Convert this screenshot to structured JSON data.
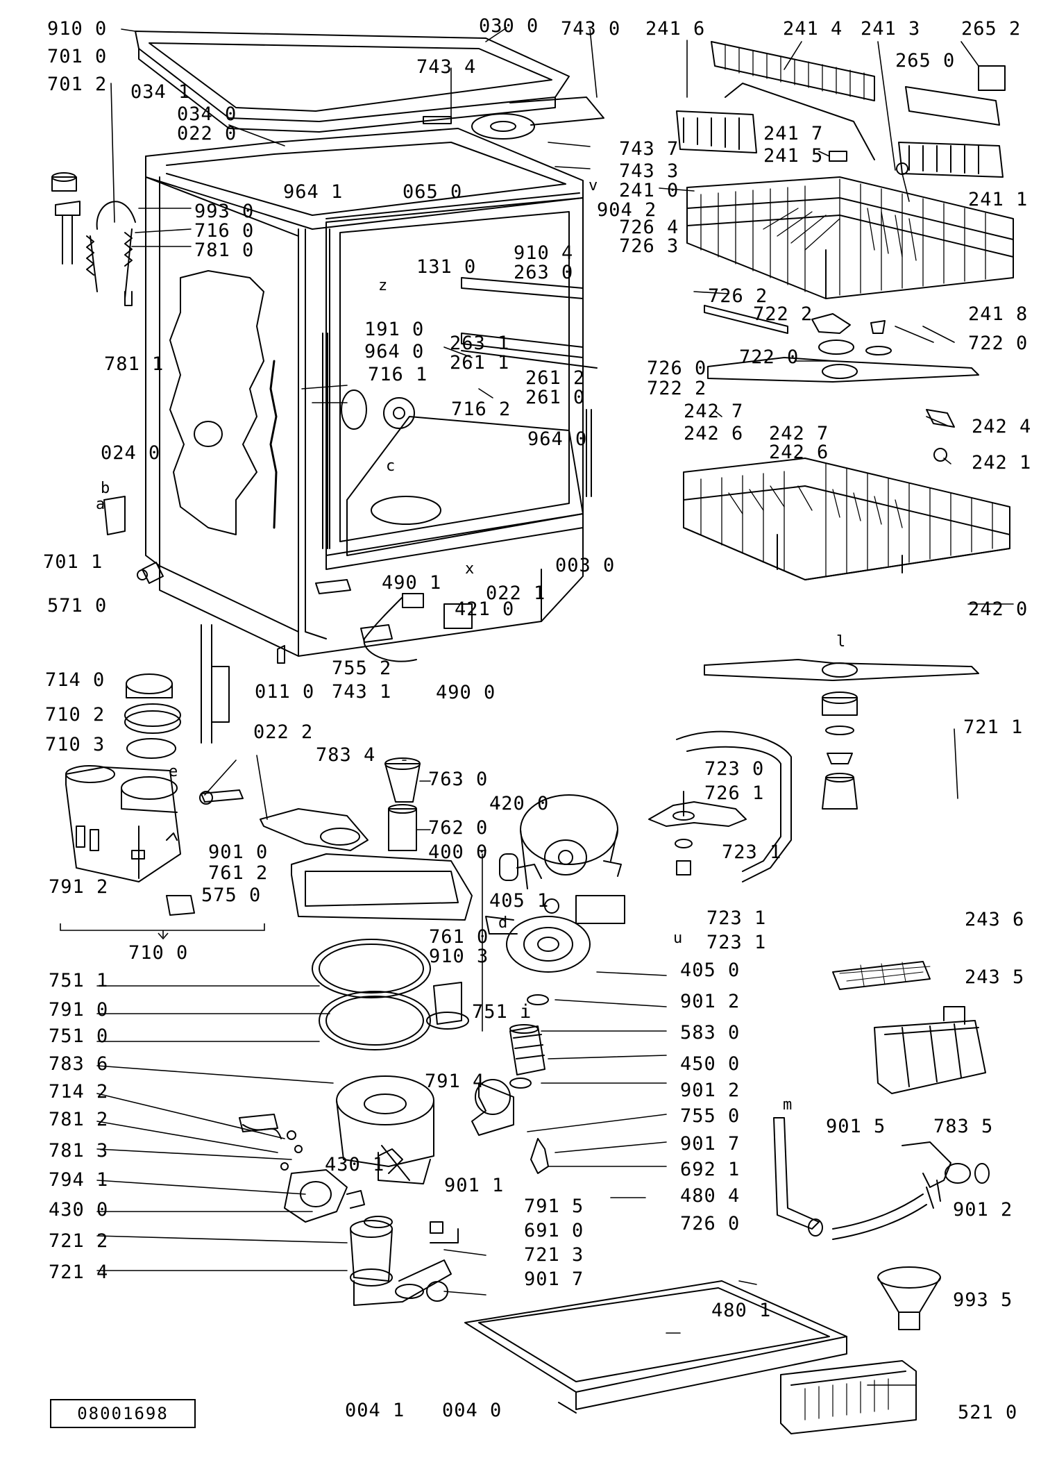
{
  "document_number": "08001698",
  "parts": [
    {
      "id": "p-9100",
      "text": "910 0"
    },
    {
      "id": "p-0300",
      "text": "030 0"
    },
    {
      "id": "p-7430",
      "text": "743 0"
    },
    {
      "id": "p-2416",
      "text": "241 6"
    },
    {
      "id": "p-2414",
      "text": "241 4"
    },
    {
      "id": "p-2413",
      "text": "241 3"
    },
    {
      "id": "p-2652",
      "text": "265 2"
    },
    {
      "id": "p-2650",
      "text": "265 0"
    },
    {
      "id": "p-7010",
      "text": "701 0"
    },
    {
      "id": "p-7012",
      "text": "701 2"
    },
    {
      "id": "p-7434",
      "text": "743 4"
    },
    {
      "id": "p-0341",
      "text": "034 1"
    },
    {
      "id": "p-0340",
      "text": "034 0"
    },
    {
      "id": "p-0220",
      "text": "022 0"
    },
    {
      "id": "p-7437",
      "text": "743 7"
    },
    {
      "id": "p-7433",
      "text": "743 3"
    },
    {
      "id": "p-2417",
      "text": "241 7"
    },
    {
      "id": "p-2415",
      "text": "241 5"
    },
    {
      "id": "p-2410",
      "text": "241 0"
    },
    {
      "id": "p-2411",
      "text": "241 1"
    },
    {
      "id": "p-9930",
      "text": "993 0"
    },
    {
      "id": "p-7160",
      "text": "716 0"
    },
    {
      "id": "p-7810",
      "text": "781 0"
    },
    {
      "id": "p-9641",
      "text": "964 1"
    },
    {
      "id": "p-0650",
      "text": "065 0"
    },
    {
      "id": "p-9042",
      "text": "904 2"
    },
    {
      "id": "p-7264",
      "text": "726 4"
    },
    {
      "id": "p-7263",
      "text": "726 3"
    },
    {
      "id": "p-9104",
      "text": "910 4"
    },
    {
      "id": "p-2630",
      "text": "263 0"
    },
    {
      "id": "p-1310",
      "text": "131 0"
    },
    {
      "id": "p-7262",
      "text": "726 2"
    },
    {
      "id": "p-7222a",
      "text": "722 2"
    },
    {
      "id": "p-2418",
      "text": "241 8"
    },
    {
      "id": "p-7220a",
      "text": "722 0"
    },
    {
      "id": "p-7220b",
      "text": "722 0"
    },
    {
      "id": "p-7811",
      "text": "781 1"
    },
    {
      "id": "p-1910",
      "text": "191 0"
    },
    {
      "id": "p-9640a",
      "text": "964 0"
    },
    {
      "id": "p-2631",
      "text": "263 1"
    },
    {
      "id": "p-2611",
      "text": "261 1"
    },
    {
      "id": "p-2612",
      "text": "261 2"
    },
    {
      "id": "p-2610",
      "text": "261 0"
    },
    {
      "id": "p-7260a",
      "text": "726 0"
    },
    {
      "id": "p-7222b",
      "text": "722 2"
    },
    {
      "id": "p-7161",
      "text": "716 1"
    },
    {
      "id": "p-7162",
      "text": "716 2"
    },
    {
      "id": "p-9640b",
      "text": "964 0"
    },
    {
      "id": "p-2427a",
      "text": "242 7"
    },
    {
      "id": "p-2426a",
      "text": "242 6"
    },
    {
      "id": "p-2427b",
      "text": "242 7"
    },
    {
      "id": "p-2426b",
      "text": "242 6"
    },
    {
      "id": "p-2424",
      "text": "242 4"
    },
    {
      "id": "p-2421",
      "text": "242 1"
    },
    {
      "id": "p-0240",
      "text": "024 0"
    },
    {
      "id": "p-7011",
      "text": "701 1"
    },
    {
      "id": "p-5710",
      "text": "571 0"
    },
    {
      "id": "p-0030",
      "text": "003 0"
    },
    {
      "id": "p-0221",
      "text": "022 1"
    },
    {
      "id": "p-4901",
      "text": "490 1"
    },
    {
      "id": "p-4210",
      "text": "421 0"
    },
    {
      "id": "p-2420",
      "text": "242 0"
    },
    {
      "id": "p-7552",
      "text": "755 2"
    },
    {
      "id": "p-7431",
      "text": "743 1"
    },
    {
      "id": "p-4900",
      "text": "490 0"
    },
    {
      "id": "p-0110",
      "text": "011 0"
    },
    {
      "id": "p-7140",
      "text": "714 0"
    },
    {
      "id": "p-7102",
      "text": "710 2"
    },
    {
      "id": "p-7103",
      "text": "710 3"
    },
    {
      "id": "p-0222",
      "text": "022 2"
    },
    {
      "id": "p-7834",
      "text": "783 4"
    },
    {
      "id": "p-7630",
      "text": "763 0"
    },
    {
      "id": "p-7211a",
      "text": "721 1"
    },
    {
      "id": "p-7230",
      "text": "723 0"
    },
    {
      "id": "p-7261",
      "text": "726 1"
    },
    {
      "id": "p-4200",
      "text": "420 0"
    },
    {
      "id": "p-7620",
      "text": "762 0"
    },
    {
      "id": "p-4000",
      "text": "400 0"
    },
    {
      "id": "p-9010",
      "text": "901 0"
    },
    {
      "id": "p-7612",
      "text": "761 2"
    },
    {
      "id": "p-7231a",
      "text": "723 1"
    },
    {
      "id": "p-7912",
      "text": "791 2"
    },
    {
      "id": "p-5750",
      "text": "575 0"
    },
    {
      "id": "p-4051",
      "text": "405 1"
    },
    {
      "id": "p-7231b",
      "text": "723 1"
    },
    {
      "id": "p-7231c",
      "text": "723 1"
    },
    {
      "id": "p-7100",
      "text": "710 0"
    },
    {
      "id": "p-7610",
      "text": "761 0"
    },
    {
      "id": "p-9103",
      "text": "910 3"
    },
    {
      "id": "p-2436",
      "text": "243 6"
    },
    {
      "id": "p-7511",
      "text": "751 1"
    },
    {
      "id": "p-4050",
      "text": "405 0"
    },
    {
      "id": "p-2435",
      "text": "243 5"
    },
    {
      "id": "p-7910",
      "text": "791 0"
    },
    {
      "id": "p-751i",
      "text": "751 i"
    },
    {
      "id": "p-9012a",
      "text": "901 2"
    },
    {
      "id": "p-7510",
      "text": "751 0"
    },
    {
      "id": "p-5830",
      "text": "583 0"
    },
    {
      "id": "p-7836",
      "text": "783 6"
    },
    {
      "id": "p-4500",
      "text": "450 0"
    },
    {
      "id": "p-7142",
      "text": "714 2"
    },
    {
      "id": "p-7914",
      "text": "791 4"
    },
    {
      "id": "p-9012b",
      "text": "901 2"
    },
    {
      "id": "p-7812",
      "text": "781 2"
    },
    {
      "id": "p-7550",
      "text": "755 0"
    },
    {
      "id": "p-9015",
      "text": "901 5"
    },
    {
      "id": "p-7835",
      "text": "783 5"
    },
    {
      "id": "p-7813",
      "text": "781 3"
    },
    {
      "id": "p-9017a",
      "text": "901 7"
    },
    {
      "id": "p-4301",
      "text": "430 1"
    },
    {
      "id": "p-6921",
      "text": "692 1"
    },
    {
      "id": "p-7941",
      "text": "794 1"
    },
    {
      "id": "p-9011",
      "text": "901 1"
    },
    {
      "id": "p-4804",
      "text": "480 4"
    },
    {
      "id": "p-4300",
      "text": "430 0"
    },
    {
      "id": "p-7915",
      "text": "791 5"
    },
    {
      "id": "p-7260b",
      "text": "726 0"
    },
    {
      "id": "p-9012c",
      "text": "901 2"
    },
    {
      "id": "p-6910",
      "text": "691 0"
    },
    {
      "id": "p-7212",
      "text": "721 2"
    },
    {
      "id": "p-7213",
      "text": "721 3"
    },
    {
      "id": "p-7214",
      "text": "721 4"
    },
    {
      "id": "p-9017b",
      "text": "901 7"
    },
    {
      "id": "p-4801",
      "text": "480 1"
    },
    {
      "id": "p-9935",
      "text": "993 5"
    },
    {
      "id": "p-0041",
      "text": "004 1"
    },
    {
      "id": "p-0040",
      "text": "004 0"
    },
    {
      "id": "p-5210",
      "text": "521 0"
    }
  ],
  "markers": [
    "a",
    "b",
    "c",
    "d",
    "e",
    "x",
    "u",
    "m",
    "z",
    "l",
    "v"
  ]
}
